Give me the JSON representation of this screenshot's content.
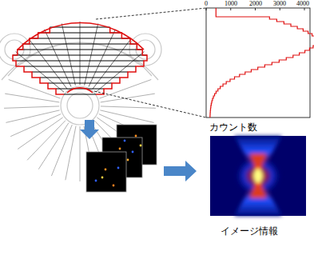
{
  "diagram": {
    "labels": [
      "0",
      "1000",
      "2000",
      "3000",
      "4000",
      "カウント数",
      "イメージ情報"
    ]
  }
}
